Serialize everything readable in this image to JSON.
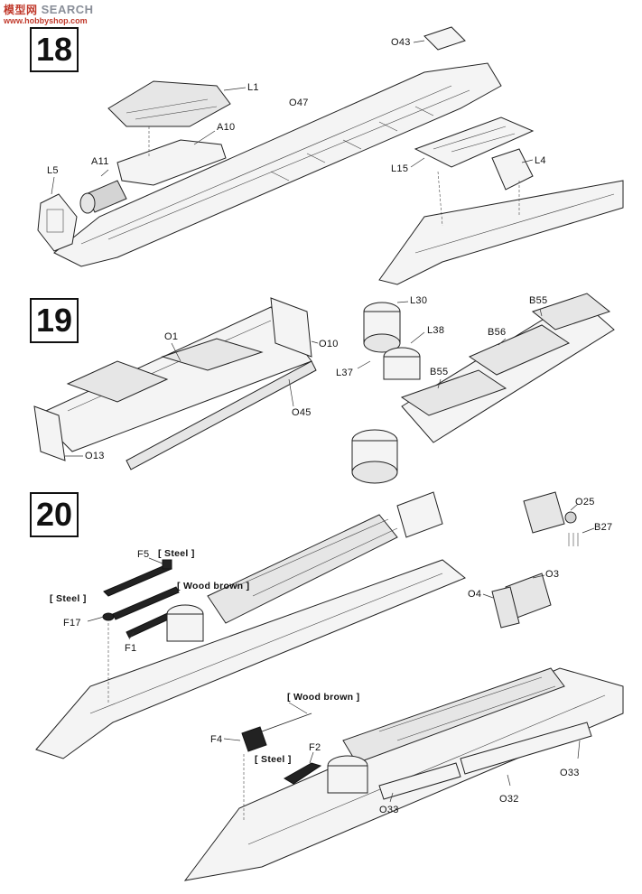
{
  "watermark": {
    "logo_cn": "模型网",
    "logo_text": "SEARCH",
    "site": "www.hobbyshop.com"
  },
  "steps": [
    {
      "number": "18",
      "labels": [
        "O43",
        "L1",
        "O47",
        "A10",
        "A11",
        "L5",
        "L15",
        "L4"
      ]
    },
    {
      "number": "19",
      "labels": [
        "L30",
        "O1",
        "O10",
        "L38",
        "B55",
        "B56",
        "L37",
        "B55",
        "O45",
        "O13"
      ]
    },
    {
      "number": "20",
      "labels": [
        "O25",
        "B27",
        "F5",
        "O3",
        "O4",
        "F17",
        "F1",
        "F4",
        "F2",
        "O33",
        "O32",
        "O33"
      ],
      "paint": {
        "steel": "[ Steel ]",
        "wood_brown": "[ Wood brown ]"
      }
    }
  ]
}
